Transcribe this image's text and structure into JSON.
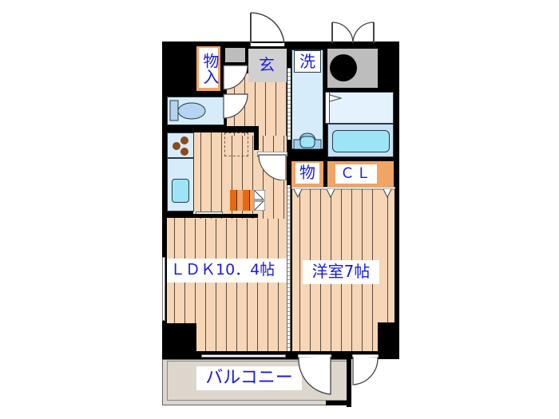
{
  "floorplan": {
    "rooms": {
      "ldk": "ＬＤＫ10．4帖",
      "western_room": "洋室7帖",
      "entrance": "玄",
      "storage_entrance": "物入",
      "laundry": "洗",
      "storage": "物",
      "closet": "ＣＬ",
      "balcony": "バルコニー"
    },
    "colors": {
      "wall": "#000000",
      "floor": "#f6d6b6",
      "wet_area": "#d6ecfa",
      "storage": "#f0a466",
      "entrance": "#c8c8c8",
      "balcony": "#ddd6cc",
      "label_text": "#1a1ae0"
    }
  }
}
